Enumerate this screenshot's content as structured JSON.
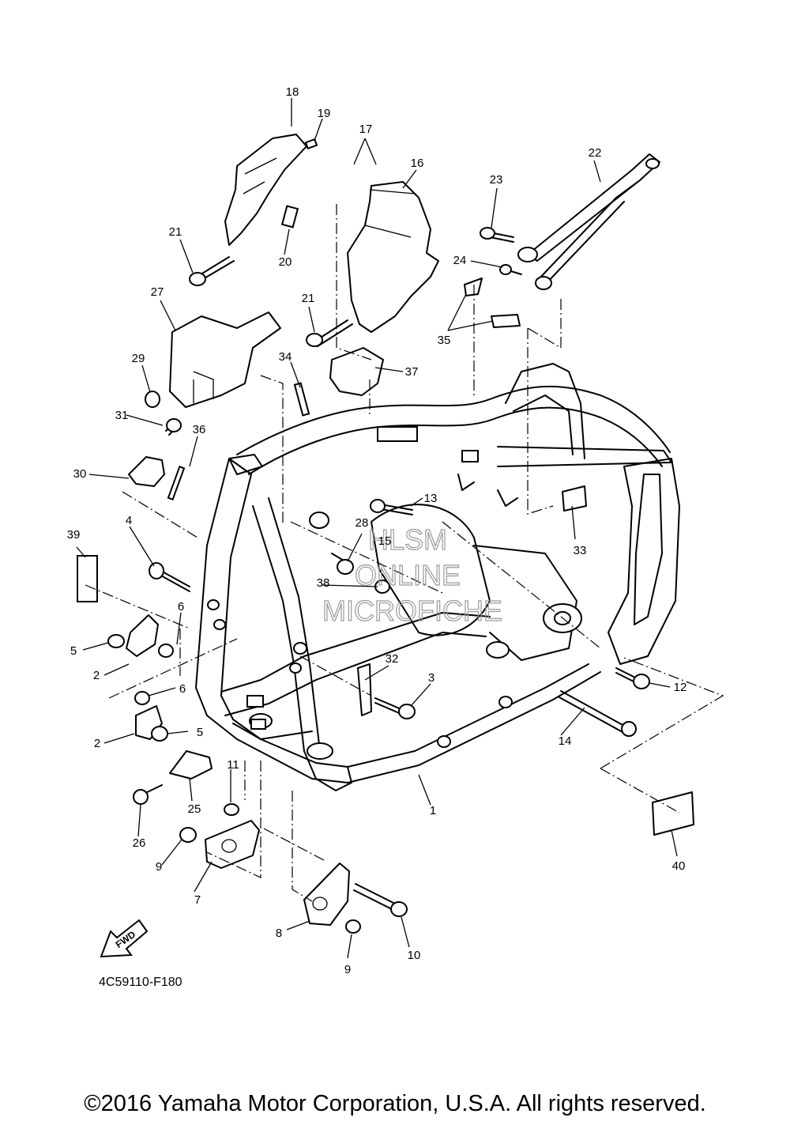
{
  "diagram_code": "4C59110-F180",
  "copyright": "©2016 Yamaha Motor Corporation, U.S.A. All rights reserved.",
  "fwd_label": "FWD",
  "watermark": {
    "line1": "HLSM",
    "line2": "ONLINE",
    "line3": "MICROFICHE"
  },
  "callouts": [
    "1",
    "2",
    "2",
    "3",
    "4",
    "5",
    "5",
    "6",
    "6",
    "7",
    "8",
    "9",
    "9",
    "10",
    "11",
    "12",
    "13",
    "14",
    "15",
    "16",
    "17",
    "18",
    "19",
    "20",
    "21",
    "21",
    "22",
    "23",
    "24",
    "25",
    "26",
    "27",
    "28",
    "29",
    "30",
    "31",
    "32",
    "33",
    "34",
    "35",
    "36",
    "37",
    "38",
    "39",
    "40"
  ]
}
